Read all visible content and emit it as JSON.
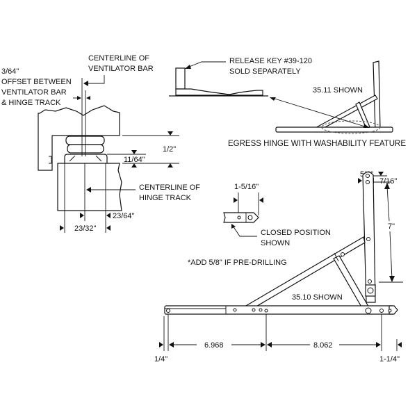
{
  "colors": {
    "line": "#111111",
    "background": "#ffffff"
  },
  "section_view": {
    "centerline_vent": [
      "CENTERLINE OF",
      "VENTILATOR BAR"
    ],
    "offset_note": [
      "3/64\"",
      "OFFSET BETWEEN",
      "VENTILATOR BAR",
      "& HINGE TRACK"
    ],
    "centerline_track": [
      "CENTERLINE OF",
      "HINGE TRACK"
    ],
    "dim_half": "1/2\"",
    "dim_11_64": "11/64\"",
    "dim_23_64": "23/64\"",
    "dim_23_32": "23/32\""
  },
  "release_key": [
    "RELEASE KEY #39-120",
    "SOLD SEPARATELY"
  ],
  "egress_hinge": {
    "model": "35.11 SHOWN",
    "caption": "EGRESS HINGE WITH WASHABILITY FEATURE"
  },
  "closed_detail": {
    "dim": "1-5/16\"",
    "label": [
      "CLOSED POSITION",
      "SHOWN"
    ]
  },
  "predrill_note": "*ADD 5/8\" IF PRE-DRILLING",
  "main_hinge": {
    "model": "35.10 SHOWN",
    "dim_5_8": "5/8\"",
    "dim_7_16": "7/16\"",
    "dim_7": "7\"",
    "dim_1_4": "1/4\"",
    "dim_6968": "6.968",
    "dim_8062": "8.062",
    "dim_1_1_4": "1-1/4\""
  }
}
